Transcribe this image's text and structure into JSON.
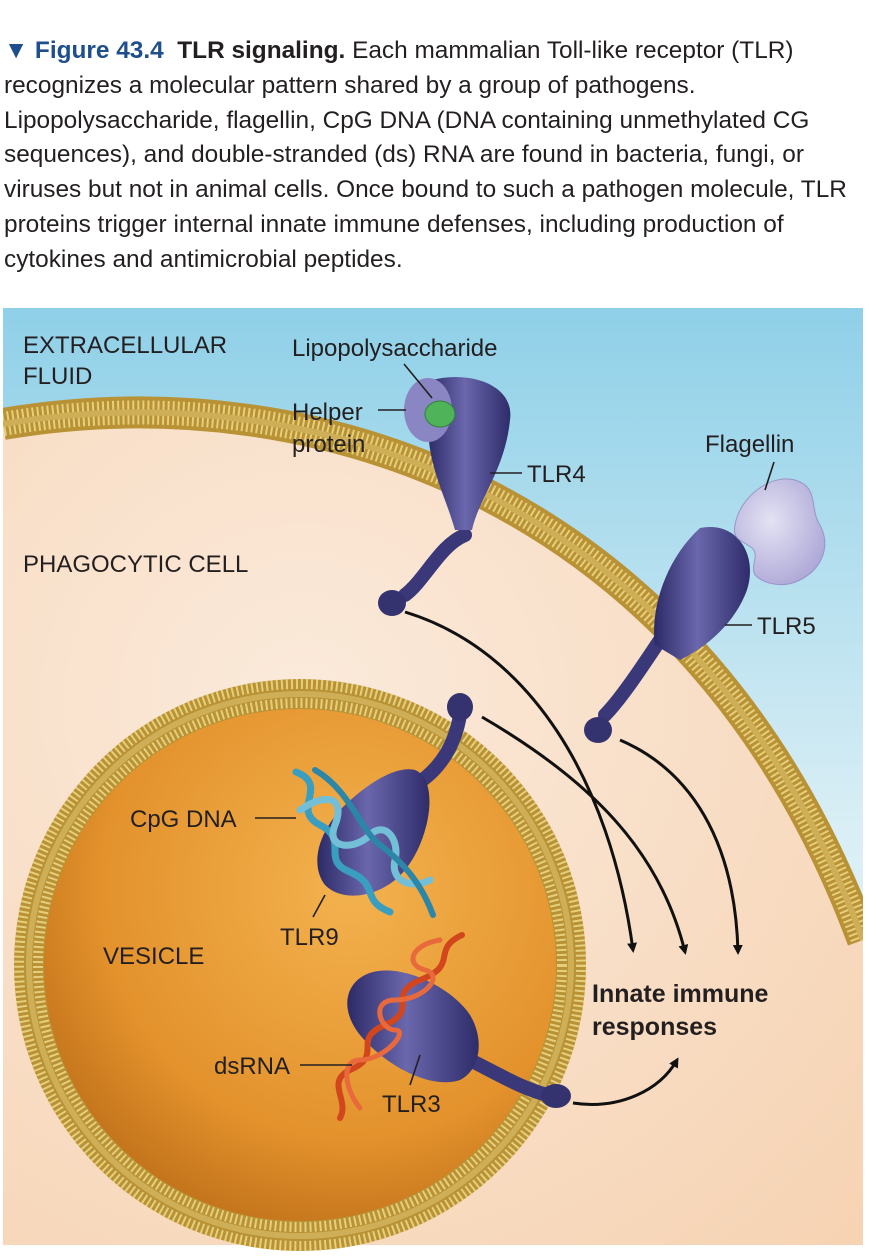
{
  "caption": {
    "marker": "▼",
    "figure_number": "Figure 43.4",
    "title": "TLR signaling.",
    "body": "Each mammalian Toll-like receptor (TLR) recognizes a molecular pattern shared by a group of pathogens. Lipopolysaccharide, flagellin, CpG DNA (DNA containing unmethylated CG sequences), and double-stranded (ds) RNA are found in bacteria, fungi, or viruses but not in animal cells. Once bound to such a pathogen molecule, TLR proteins trigger internal innate immune defenses, including production of cytokines and antimicrobial peptides."
  },
  "diagram": {
    "regions": {
      "extracellular_line1": "EXTRACELLULAR",
      "extracellular_line2": "FLUID",
      "cell": "PHAGOCYTIC CELL",
      "vesicle": "VESICLE"
    },
    "molecules": {
      "lipopolysaccharide": "Lipopolysaccharide",
      "helper_line1": "Helper",
      "helper_line2": "protein",
      "flagellin": "Flagellin",
      "cpg_dna": "CpG DNA",
      "dsrna": "dsRNA"
    },
    "receptors": {
      "tlr4": "TLR4",
      "tlr5": "TLR5",
      "tlr9": "TLR9",
      "tlr3": "TLR3"
    },
    "output": {
      "line1": "Innate immune",
      "line2": "responses"
    },
    "colors": {
      "extracellular_fluid": "#9fd6ea",
      "cytoplasm": "#f8d9bd",
      "vesicle_lumen": "#e6962e",
      "membrane": "#c9a64a",
      "receptor": "#3f3d82",
      "helper_protein": "#8a86c4",
      "lipopolysaccharide": "#4fb35a",
      "flagellin": "#bfbbe0",
      "cpg_dna": "#3a9ec0",
      "dsrna": "#d2461e",
      "caption_accent": "#1f4e8c"
    }
  }
}
